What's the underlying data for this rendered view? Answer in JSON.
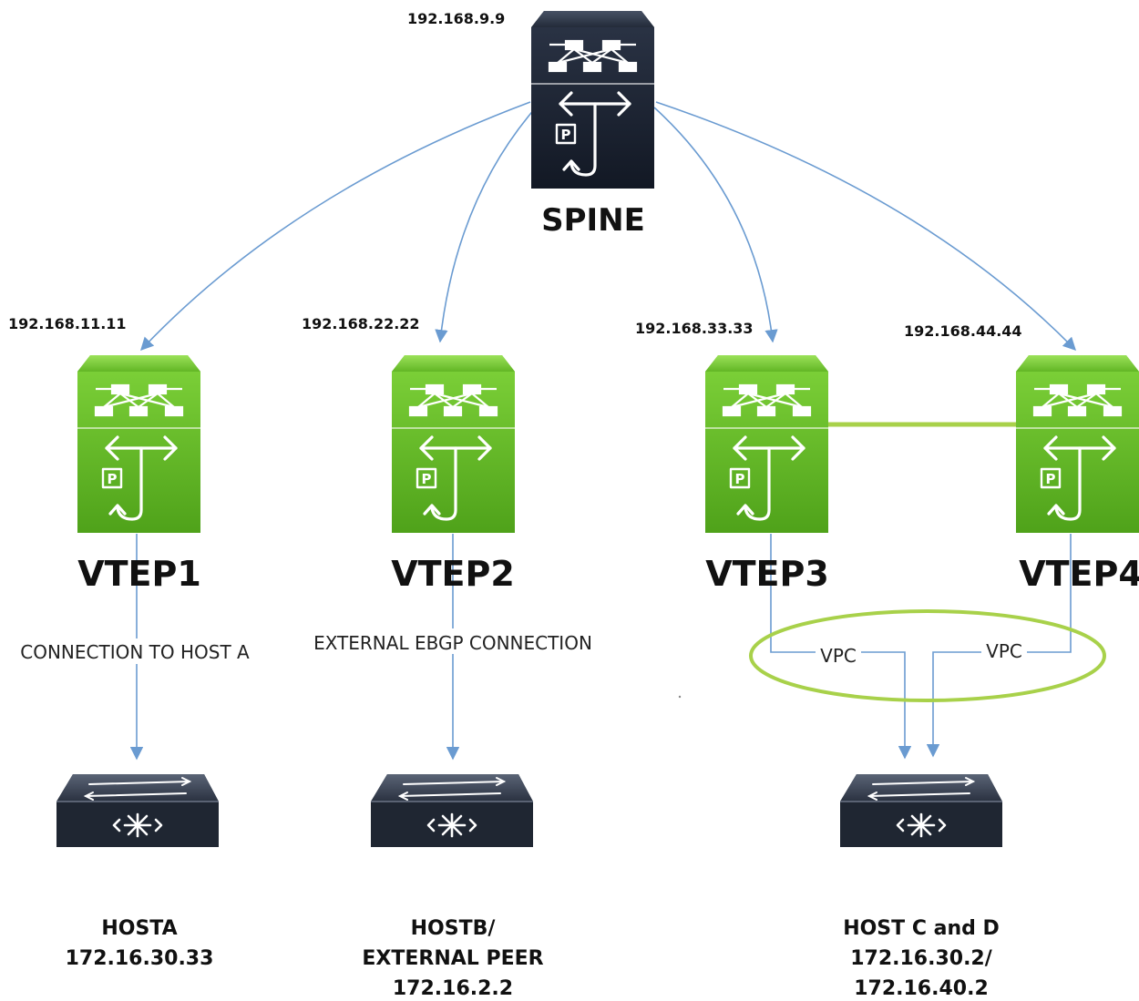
{
  "spine": {
    "ip": "192.168.9.9",
    "label": "SPINE"
  },
  "vteps": [
    {
      "ip": "192.168.11.11",
      "label": "VTEP1"
    },
    {
      "ip": "192.168.22.22",
      "label": "VTEP2"
    },
    {
      "ip": "192.168.33.33",
      "label": "VTEP3"
    },
    {
      "ip": "192.168.44.44",
      "label": "VTEP4"
    }
  ],
  "connections": {
    "host_a": "CONNECTION TO HOST A",
    "ebgp": "EXTERNAL EBGP CONNECTION",
    "vpc_left": "VPC",
    "vpc_right": "VPC"
  },
  "hosts": [
    {
      "lines": [
        "HOSTA",
        "172.16.30.33"
      ]
    },
    {
      "lines": [
        "HOSTB/",
        "EXTERNAL PEER",
        "172.16.2.2"
      ]
    },
    {
      "lines": [
        "HOST C and D",
        "172.16.30.2/",
        "172.16.40.2"
      ]
    }
  ],
  "colors": {
    "spine_body": "#1d2533",
    "vtep_body": "#6cc42a",
    "host_body": "#1f2632",
    "link_arrow": "#6a9bd1",
    "vpc_peer_link": "#a8d14a"
  },
  "icons": {
    "spine": "nexus-switch-icon",
    "vtep": "nexus-switch-icon",
    "host": "layer2-switch-icon"
  }
}
